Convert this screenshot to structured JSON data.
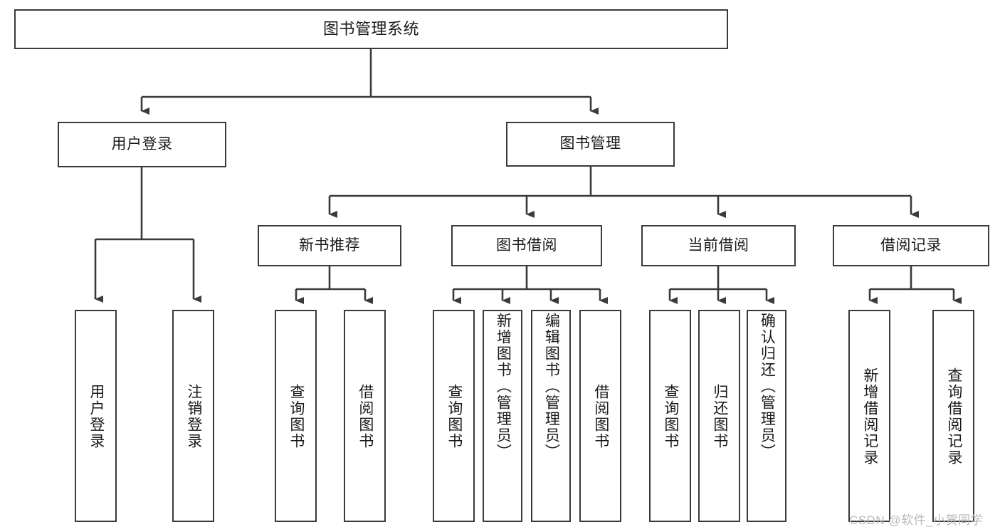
{
  "diagram": {
    "title": "图书管理系统",
    "type": "tree-hierarchy",
    "nodes": {
      "root": {
        "label": "图书管理系统"
      },
      "level2": [
        {
          "id": "user-login",
          "label": "用户登录"
        },
        {
          "id": "book-manage",
          "label": "图书管理"
        }
      ],
      "level3": [
        {
          "id": "new-book-recommend",
          "label": "新书推荐"
        },
        {
          "id": "book-borrow",
          "label": "图书借阅"
        },
        {
          "id": "current-borrow",
          "label": "当前借阅"
        },
        {
          "id": "borrow-record",
          "label": "借阅记录"
        }
      ],
      "leaves": {
        "user_login": [
          {
            "id": "leaf-user-login",
            "label": "用户登录"
          },
          {
            "id": "leaf-logout-login",
            "label": "注销登录"
          }
        ],
        "new_book_recommend": [
          {
            "id": "leaf-query-book-1",
            "label": "查询图书"
          },
          {
            "id": "leaf-borrow-book-1",
            "label": "借阅图书"
          }
        ],
        "book_borrow": [
          {
            "id": "leaf-query-book-2",
            "label": "查询图书"
          },
          {
            "id": "leaf-add-book-admin",
            "label": "新增图书（管理员）"
          },
          {
            "id": "leaf-edit-book-admin",
            "label": "编辑图书（管理员）"
          },
          {
            "id": "leaf-borrow-book-2",
            "label": "借阅图书"
          }
        ],
        "current_borrow": [
          {
            "id": "leaf-query-book-3",
            "label": "查询图书"
          },
          {
            "id": "leaf-return-book",
            "label": "归还图书"
          },
          {
            "id": "leaf-confirm-return-admin",
            "label": "确认归还（管理员）"
          }
        ],
        "borrow_record": [
          {
            "id": "leaf-add-borrow-record",
            "label": "新增借阅记录"
          },
          {
            "id": "leaf-query-borrow-record",
            "label": "查询借阅记录"
          }
        ]
      }
    },
    "watermark": "CSDN @软件_小贺同学",
    "colors": {
      "border": "#3a3a3a",
      "background": "#ffffff",
      "text": "#1a1a1a",
      "edge": "#3a3a3a",
      "watermark": "#b9b9b9"
    }
  }
}
